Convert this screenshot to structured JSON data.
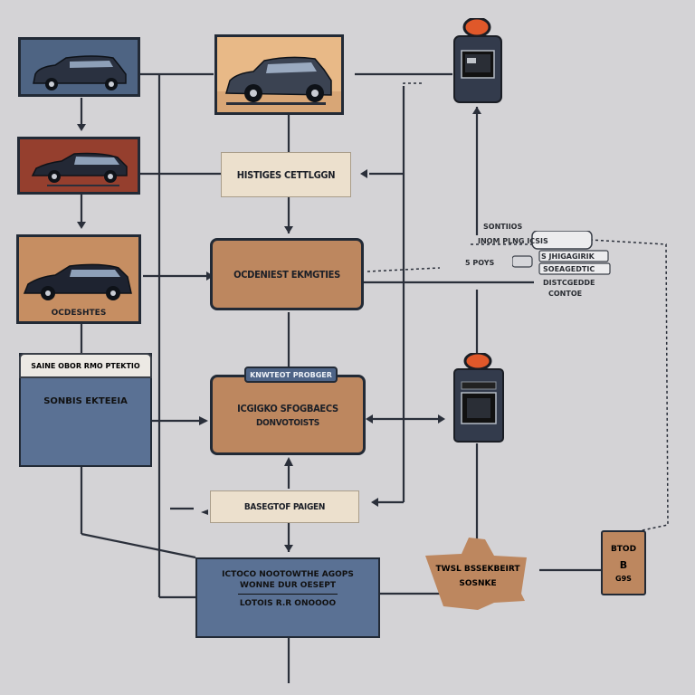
{
  "diagram": {
    "car_panels": {
      "top_left": {
        "caption": ""
      },
      "top_center": {
        "caption": ""
      },
      "mid_left": {
        "caption": ""
      },
      "lower_left": {
        "caption": "OCDESHTES"
      }
    },
    "boxes": {
      "history_banner": "HISTIGES CETTLGGN",
      "center_process": "OCDENIEST EKMGTIES",
      "main_process_tag": "KNWTEOT PROBGER",
      "main_process_line1": "ICGIGKO SFOGBAECS",
      "main_process_line2": "DONVOTOISTS",
      "bottom_banner": "BASEGTOF PAIGEN",
      "left_card_header": "SAINE OBOR RMO PTEKTIO",
      "left_card_body": "SONBIS EKTEEIA",
      "bottom_blue_line1": "ICTOCO NOOTOWTHE AGOPS",
      "bottom_blue_line2": "WONNE DUR OESEPT",
      "bottom_blue_line3": "LOTOIS R.R ONOOOO",
      "brown_box_line1": "TWSL BSSEKBEIRT",
      "brown_box_line2": "SOSNKE",
      "small_orange_line1": "BTOD",
      "small_orange_line2": "B",
      "small_orange_line3": "G9S"
    },
    "side_labels": {
      "line1": "SONTIIOS",
      "line2": "INOM PLNG ICSIS",
      "line3": "5 POYS",
      "line4": "S JHIGAGIRIK",
      "line5": "SOEAGEDTIC",
      "line6": "DISTCGEDDE",
      "line7": "CONTOE"
    },
    "colors": {
      "background": "#d4d3d6",
      "orange": "#bd875f",
      "cream": "#ece0cd",
      "blue": "#5a7194",
      "dark": "#222a36"
    }
  }
}
